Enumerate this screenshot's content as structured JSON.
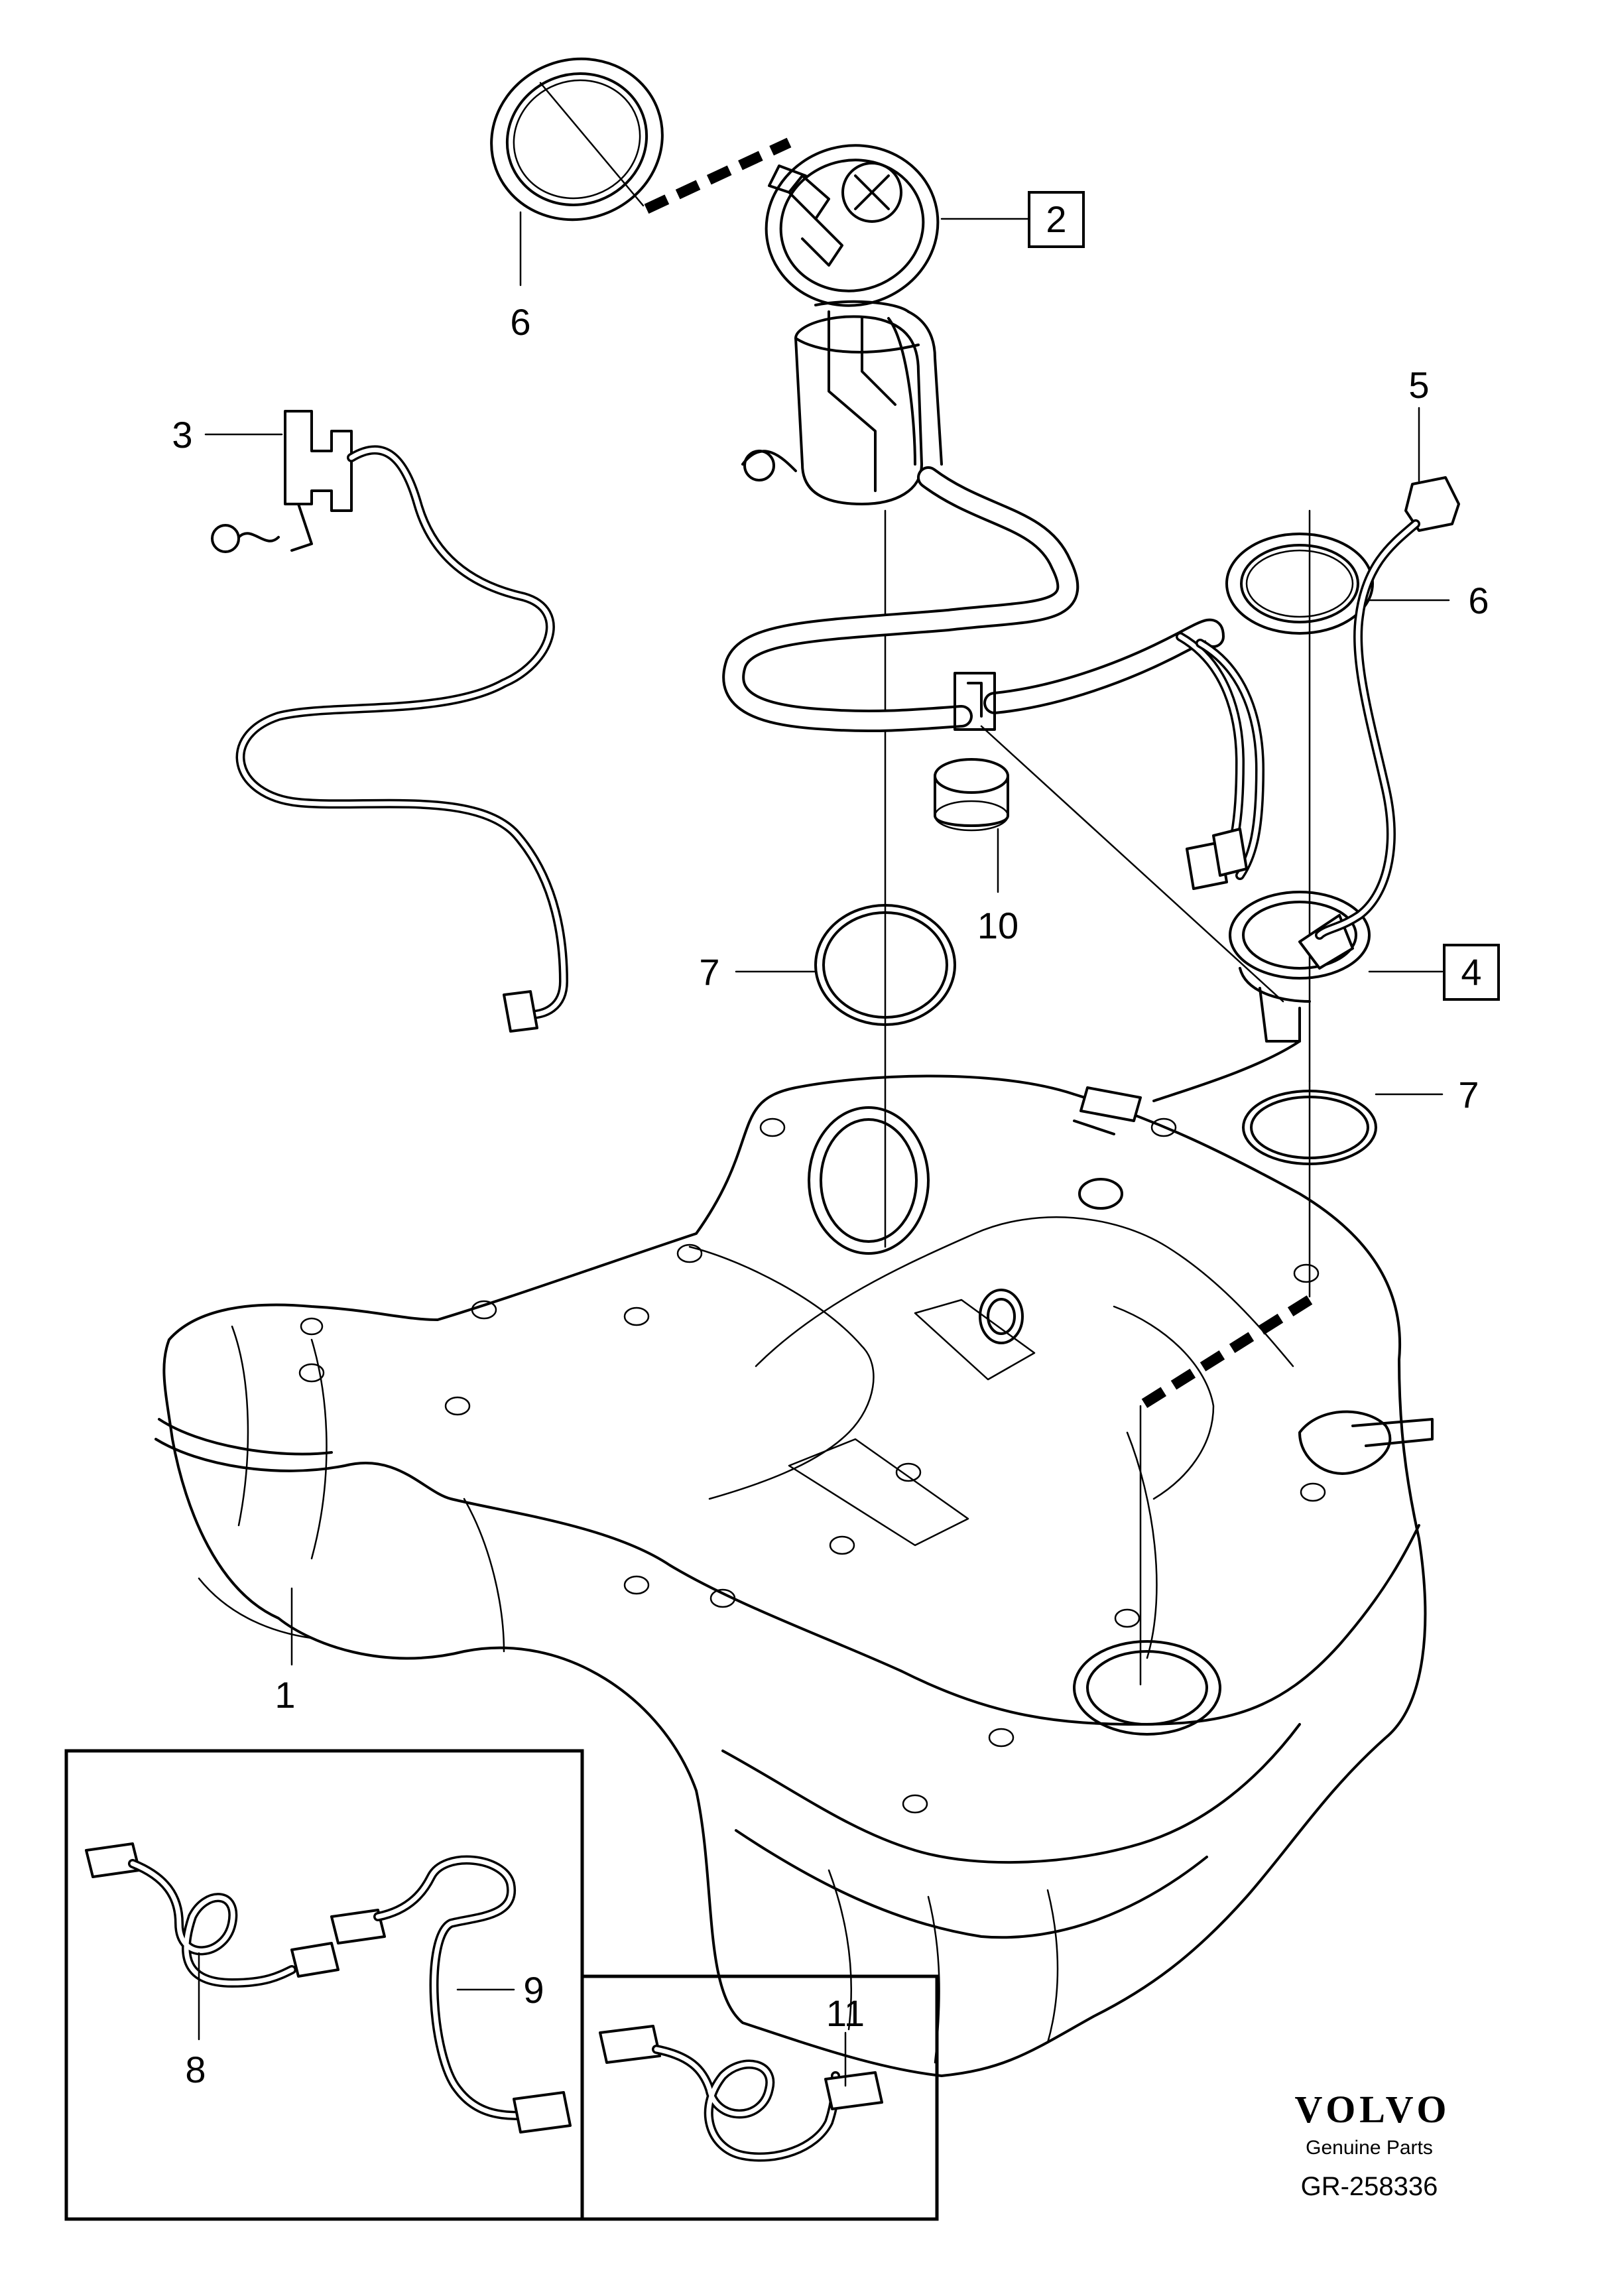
{
  "callouts": {
    "c1": "1",
    "c2": "2",
    "c3": "3",
    "c4": "4",
    "c5": "5",
    "c6a": "6",
    "c6b": "6",
    "c7a": "7",
    "c7b": "7",
    "c8": "8",
    "c9": "9",
    "c10": "10",
    "c11": "11"
  },
  "boxed_callouts": [
    "2",
    "4"
  ],
  "branding": {
    "logo": "VOLVO",
    "tagline": "Genuine Parts",
    "code": "GR-258336"
  }
}
